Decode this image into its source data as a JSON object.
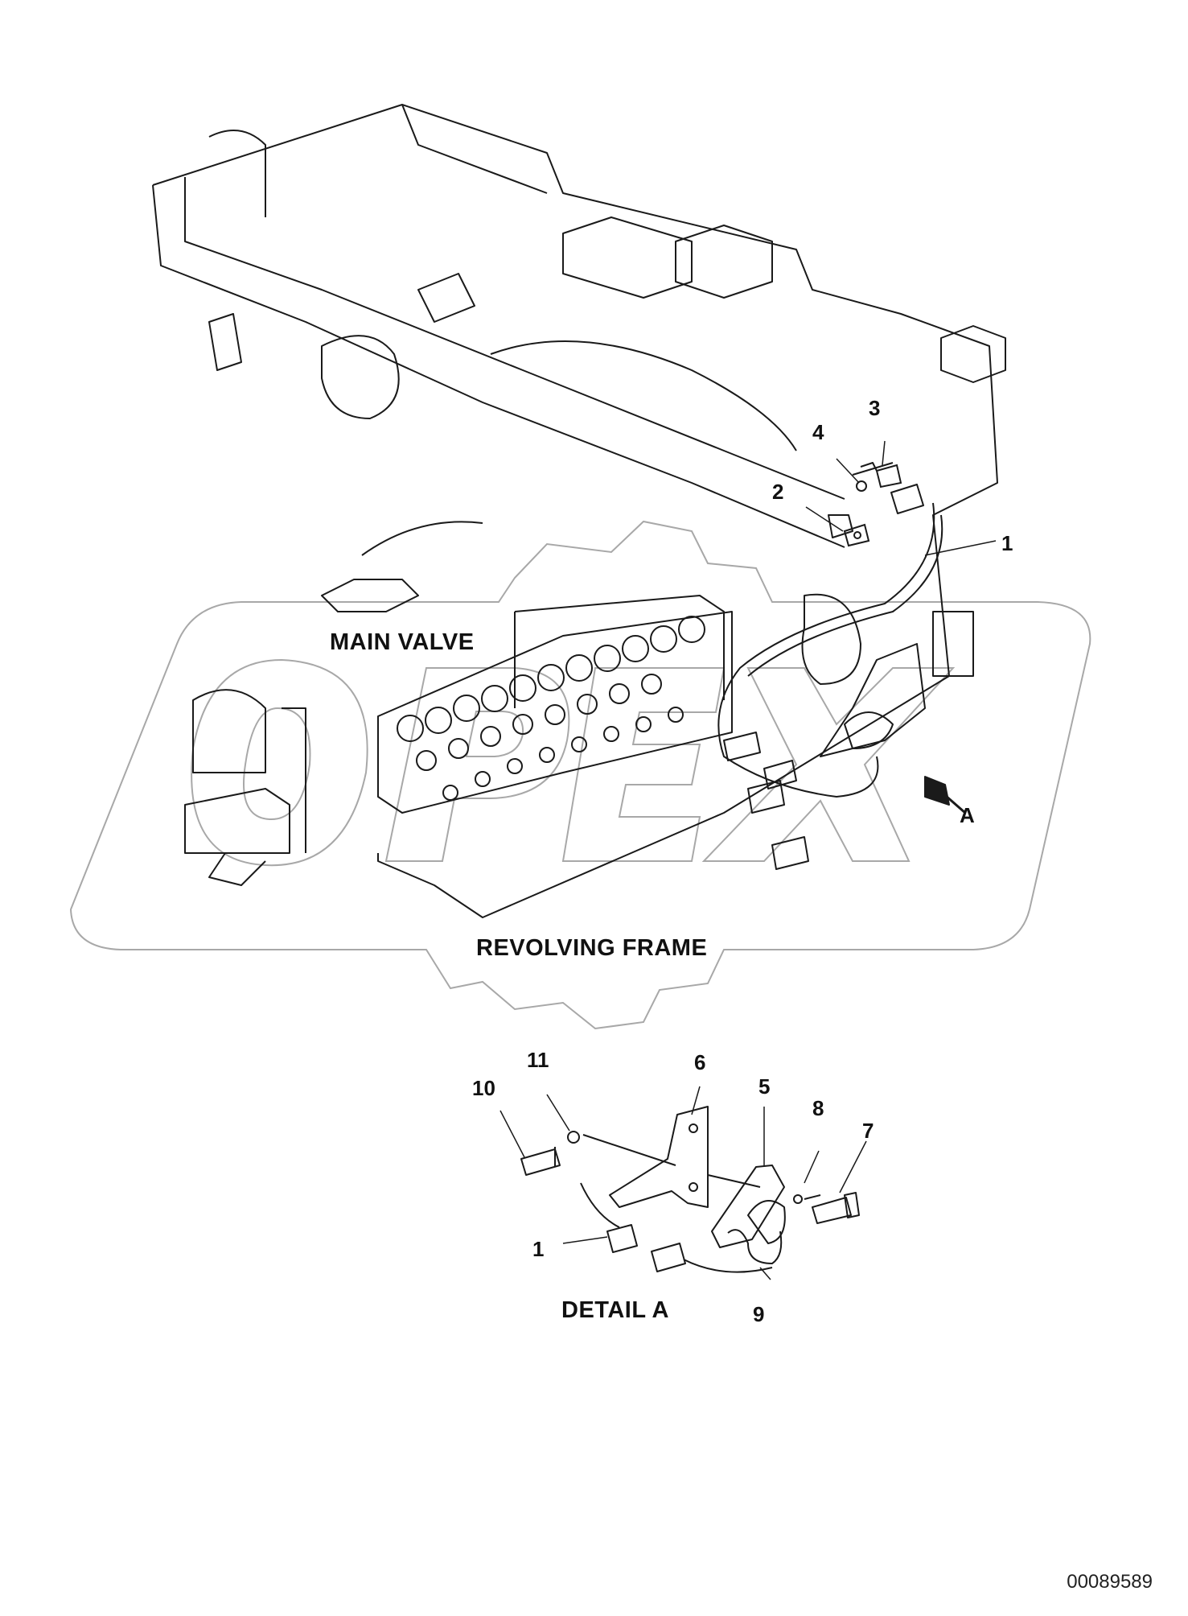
{
  "diagram": {
    "labels": {
      "main_valve": "MAIN VALVE",
      "revolving_frame": "REVOLVING FRAME",
      "detail_a": "DETAIL A",
      "view_a": "A"
    },
    "part_numbers": {
      "p1_top": "1",
      "p2": "2",
      "p3": "3",
      "p4": "4",
      "p5": "5",
      "p6": "6",
      "p7": "7",
      "p8": "8",
      "p9": "9",
      "p10": "10",
      "p11": "11",
      "p1_detail": "1"
    },
    "watermark": "OPEX",
    "document_id": "00089589",
    "line_color": "#1a1a1a",
    "watermark_color": "#9a9a9a"
  }
}
